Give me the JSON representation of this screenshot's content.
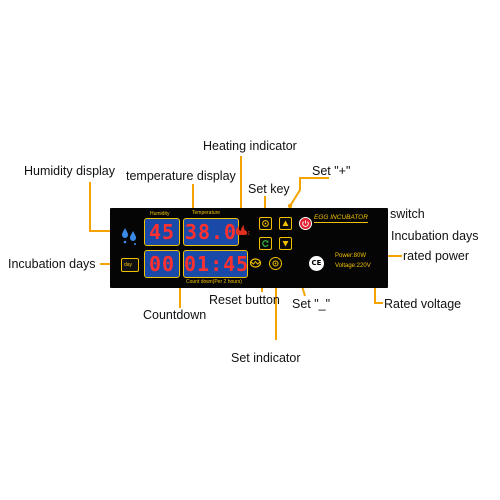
{
  "labels": {
    "heating_indicator": "Heating indicator",
    "humidity_display": "Humidity display",
    "temperature_display": "temperature display",
    "set_key": "Set key",
    "set_plus": "Set \"+\"",
    "switch": "switch",
    "incubation_days_right": "Incubation days",
    "incubation_days_left": "Incubation days",
    "rated_power": "rated power",
    "reset_button": "Reset button",
    "set_minus": "Set \"_\"",
    "rated_voltage": "Rated voltage",
    "countdown": "Countdown",
    "set_indicator": "Set indicator"
  },
  "panel": {
    "humidity_caption": "Humidity",
    "temperature_caption": "Temperature",
    "humidity_value": "45",
    "temperature_value": "38.0",
    "days_value": "00",
    "countdown_value": "01:45",
    "countdown_caption": "Count down(Per 2 hours)",
    "day_icon_text": "day",
    "brand": "EGG INCUBATOR",
    "power_spec": "Power:80W",
    "voltage_spec": "Voltage:220V",
    "ce_mark": "CE"
  },
  "colors": {
    "leader": "#f5a300",
    "panel_bg": "#050505",
    "display_bg": "#1a4aa8",
    "digit": "#ff3030",
    "trim": "#f2c200"
  }
}
